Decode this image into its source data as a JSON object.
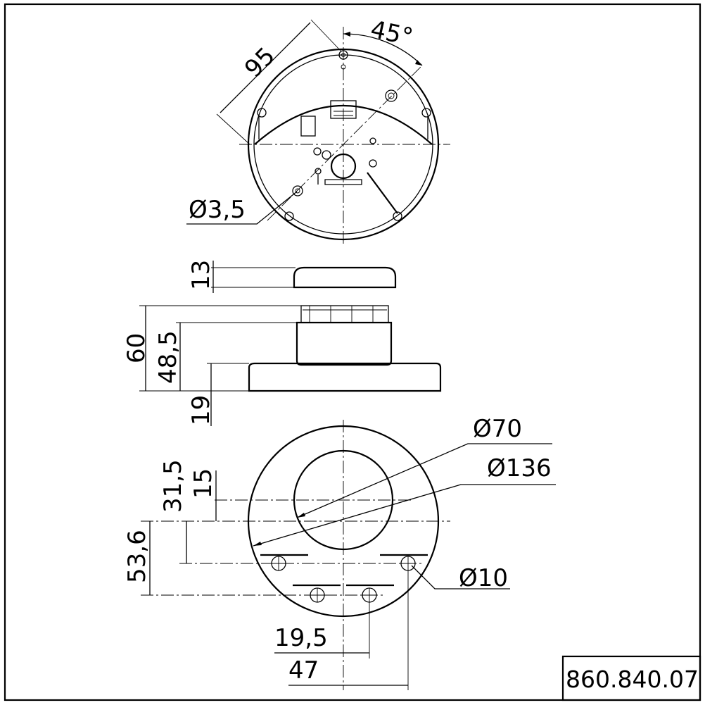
{
  "top_view": {
    "angle": "45°",
    "width": "95",
    "hole_diameter": "Ø3,5"
  },
  "side_view": {
    "cap_height": "13",
    "total_height": "60",
    "body_height": "48,5",
    "base_height": "19"
  },
  "bottom_view": {
    "inner_diameter": "Ø70",
    "outer_diameter": "Ø136",
    "offset_a": "31,5",
    "offset_b": "15",
    "offset_c": "53,6",
    "hole_diameter": "Ø10",
    "spacing_inner": "19,5",
    "spacing_outer": "47"
  },
  "part_number": "860.840.07"
}
